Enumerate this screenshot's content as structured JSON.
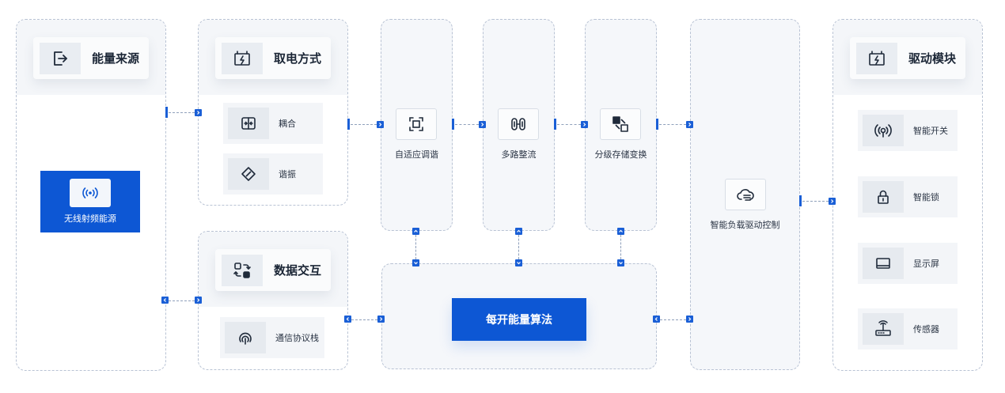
{
  "energy_source": {
    "title": "能量来源",
    "icon": "exit-arrow-icon",
    "rf_label": "无线射频能源",
    "rf_icon": "broadcast-icon"
  },
  "power_method": {
    "title": "取电方式",
    "icon": "battery-bolt-icon",
    "items": [
      {
        "label": "耦合",
        "icon": "coupling-icon"
      },
      {
        "label": "谐振",
        "icon": "resonance-icon"
      }
    ]
  },
  "data_exchange": {
    "title": "数据交互",
    "icon": "exchange-icon",
    "items": [
      {
        "label": "通信协议栈",
        "icon": "fingerprint-icon"
      }
    ]
  },
  "stages": [
    {
      "label": "自适应调谐",
      "icon": "focus-frame-icon"
    },
    {
      "label": "多路整流",
      "icon": "rectifier-icon"
    },
    {
      "label": "分级存储变换",
      "icon": "storage-convert-icon"
    }
  ],
  "controller": {
    "label": "智能负载驱动控制",
    "icon": "cloud-control-icon"
  },
  "algorithm": {
    "label": "每开能量算法"
  },
  "drive_module": {
    "title": "驱动模块",
    "icon": "battery-bolt-icon",
    "items": [
      {
        "label": "智能开关",
        "icon": "signal-switch-icon"
      },
      {
        "label": "智能锁",
        "icon": "lock-icon"
      },
      {
        "label": "显示屏",
        "icon": "monitor-icon"
      },
      {
        "label": "传感器",
        "icon": "router-icon"
      }
    ]
  },
  "colors": {
    "accent": "#0d57d4",
    "border": "#b9c3d4",
    "card_bg": "#f3f5f8"
  }
}
